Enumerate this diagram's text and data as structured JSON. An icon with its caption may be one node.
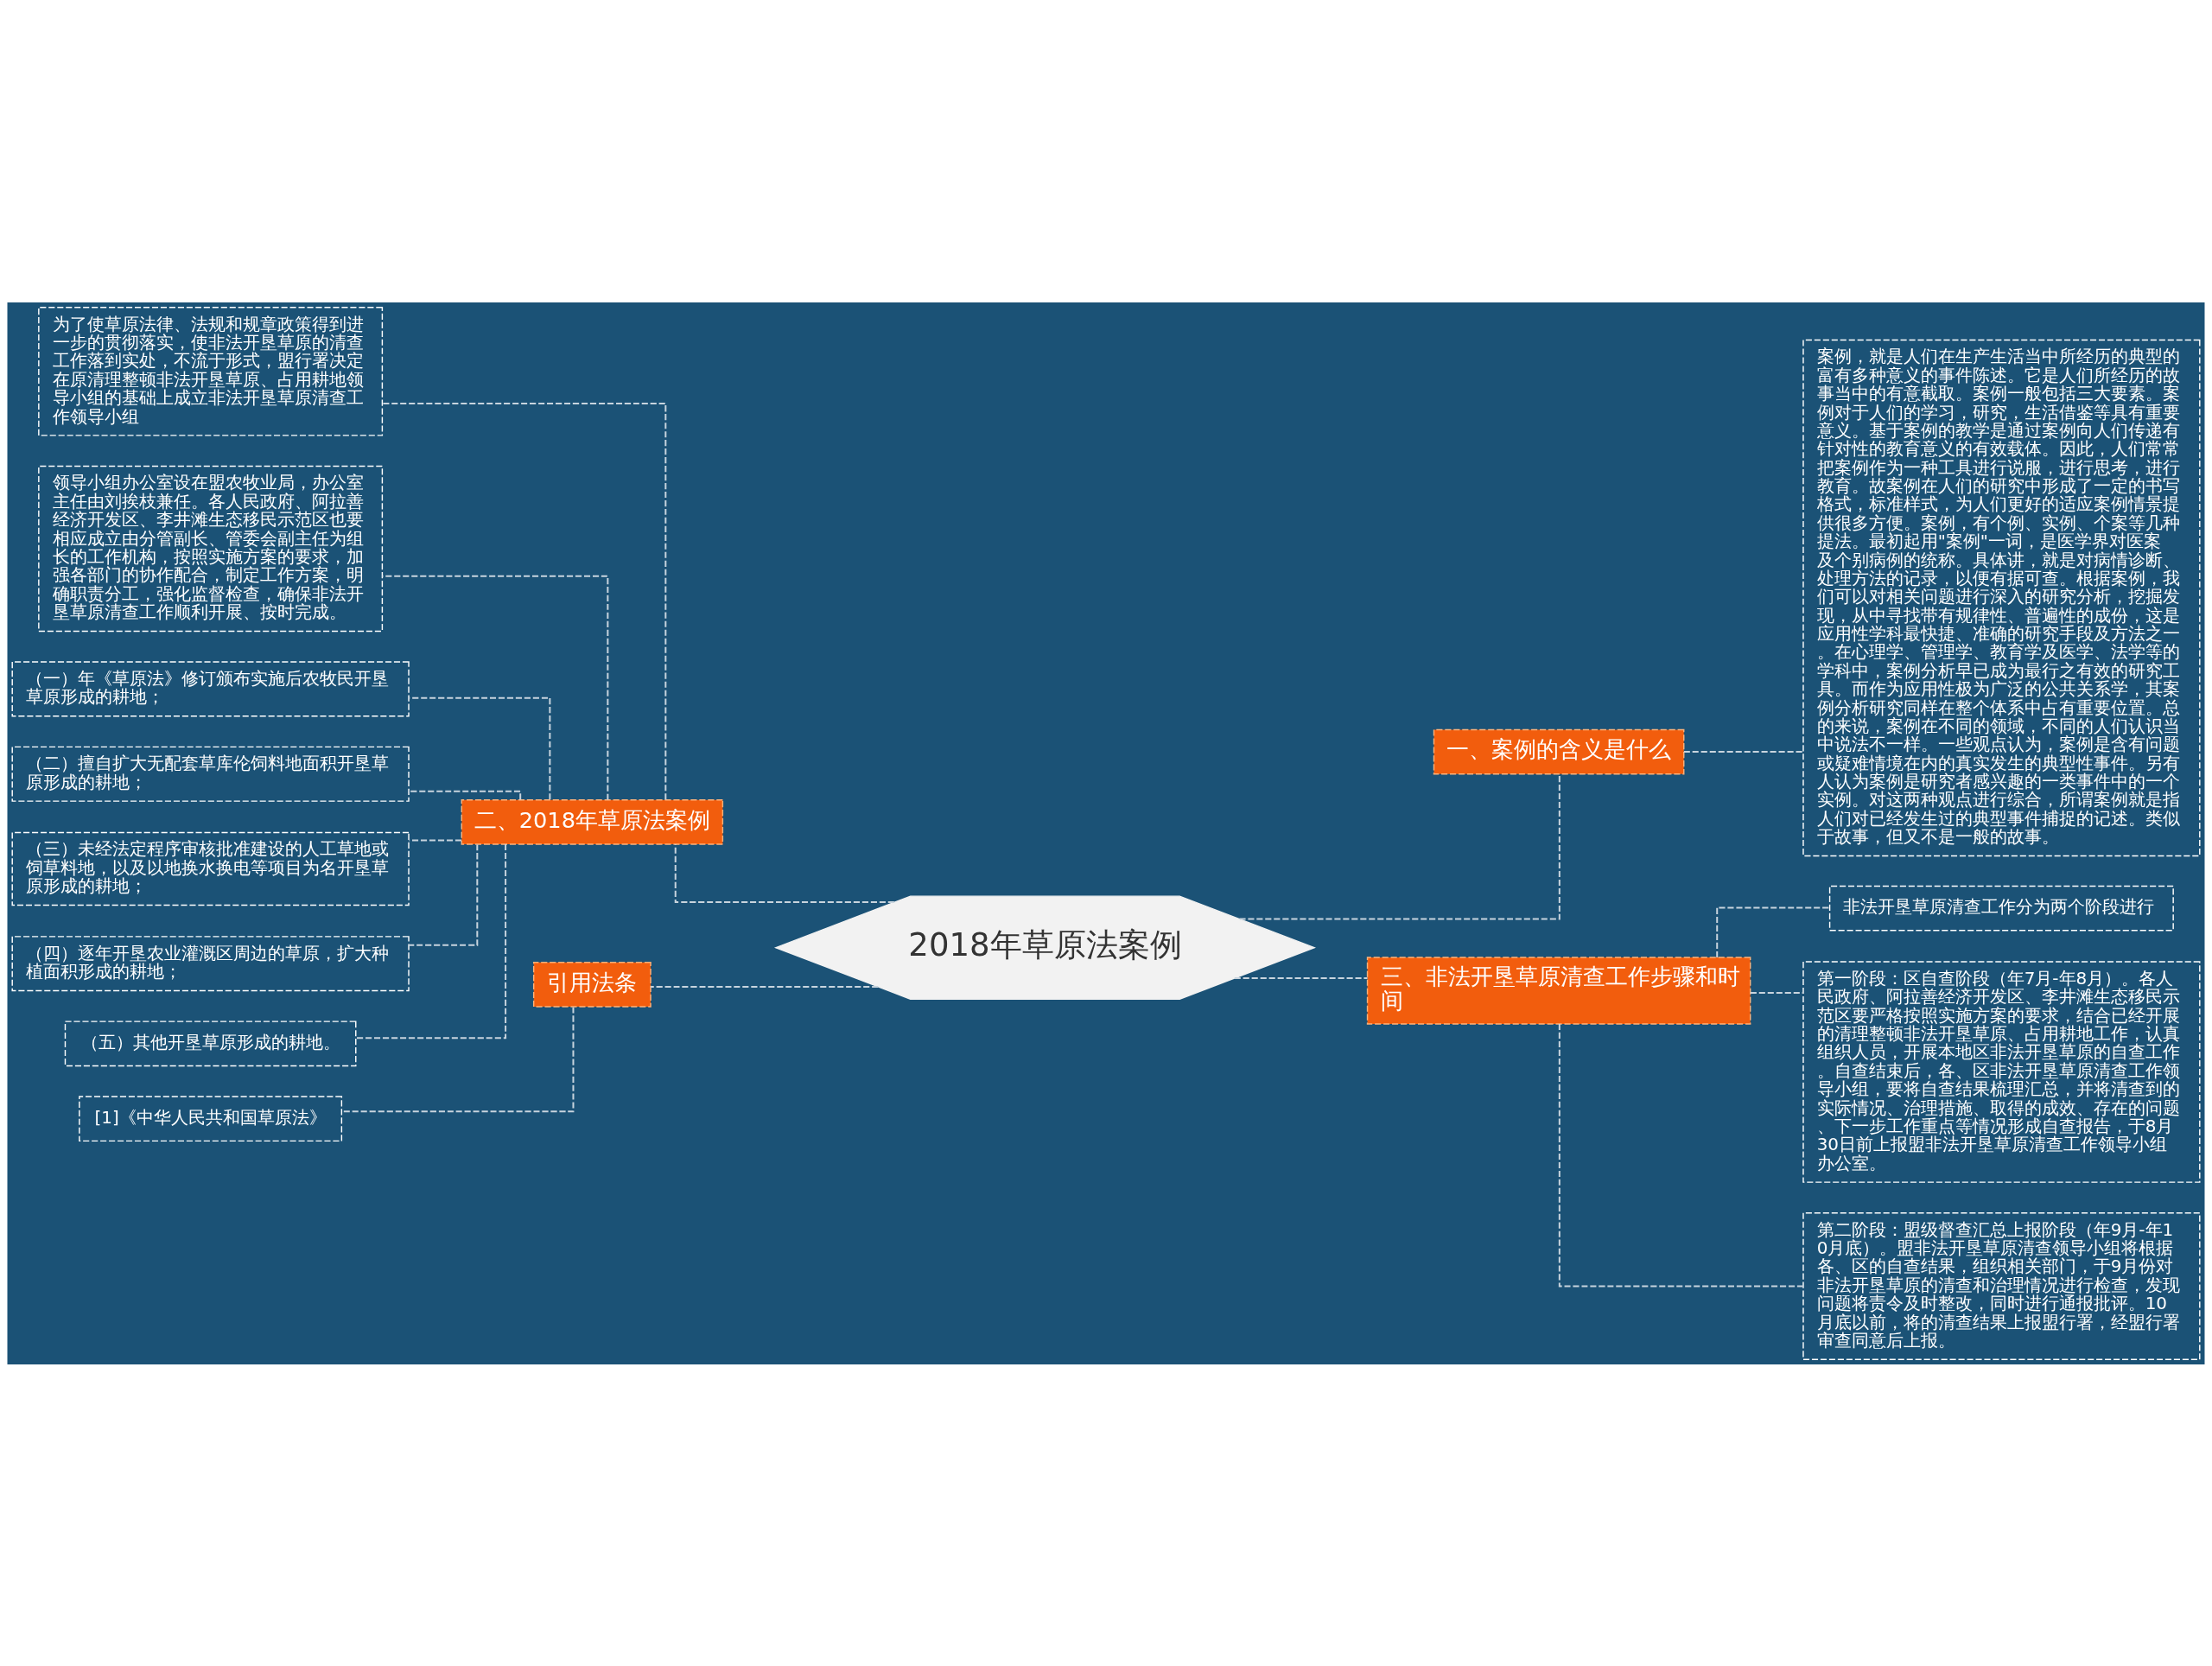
{
  "diagram": {
    "nodes": [
      {
        "text": [
          "2018年草原法案例"
        ]
      },
      {
        "text": [
          "一、案例的含义是什么"
        ]
      },
      {
        "text": [
          "案例，就是人们在生产生活当中所经历的典型的富有多种意义的事件陈述。它是人们所经历的故事当中的有意截取。案例一般包括三大要素。案例对于人们的学习，研究，生活借鉴等具有重要意义。基于案例的教学是通过案例向人们传递有针对性的教育意义的有效载体。因此，人们常常把案例作为一种工具进行说服，进行思考，进行教育。故案例在人们的研究中形成了一定的书写格式，标准样式，为人们更好的适应案例情景提供很多方便。案例，有个例、实例、个案等几种提法。最初起用\"案例\"一词，是医学界对医案及个别病例的统称。具体讲，就是对病情诊断、处理方法的记录，以便有据可查。根据案例，我们可以对相关问题进行深入的研究分析，挖掘发现，从中寻找带有规律性、普遍性的成份，这是应用性学科最快捷、准确的研究手段及方法之一。在心理学、管理学、教育学及医学、法学等的学科中，案例分析早已成为最行之有效的研究工具。而作为应用性极为广泛的公共关系学，其案例分析研究同样在整个体系中占有重要位置。总的来说，案例在不同的领域，不同的人们认识当中说法不一样。一些观点认为，案例是含有问题或疑难情境在内的真实发生的典型性事件。另有人认为案例是研究者感兴趣的一类事件中的一个实例。对这两种观点进行综合，所谓案例就是指人们对已经发生过的典型事件捕捉的记述。类似于故事，但又不是一般的故事。"
        ]
      },
      {
        "text": [
          "二、2018年草原法案例"
        ]
      },
      {
        "text": [
          "为了使草原法律、法规和规章政策得到进一步的贯彻落实，使非法开垦草原的清查工作落到实处，不流于形式，盟行署决定在原清理整顿非法开垦草原、占用耕地领导小组的基础上成立非法开垦草原清查工作领导小组"
        ]
      },
      {
        "text": [
          "领导小组办公室设在盟农牧业局，办公室主任由刘挨枝兼任。各人民政府、阿拉善经济开发区、李井滩生态移民示范区也要相应成立由分管副长、管委会副主任为组长的工作机构，按照实施方案的要求，加强各部门的协作配合，制定工作方案，明确职责分工，强化监督检查，确保非法开垦草原清查工作顺利开展、按时完成。"
        ]
      },
      {
        "text": [
          "（一）年《草原法》修订颁布实施后农牧民开垦草原形成的耕地；"
        ]
      },
      {
        "text": [
          "（二）擅自扩大无配套草库伦饲料地面积开垦草原形成的耕地；"
        ]
      },
      {
        "text": [
          "（三）未经法定程序审核批准建设的人工草地或饲草料地，以及以地换水换电等项目为名开垦草原形成的耕地；"
        ]
      },
      {
        "text": [
          "（四）逐年开垦农业灌溉区周边的草原，扩大种植面积形成的耕地；"
        ]
      },
      {
        "text": [
          "（五）其他开垦草原形成的耕地。"
        ]
      },
      {
        "text": [
          "引用法条"
        ]
      },
      {
        "text": [
          "[1]《中华人民共和国草原法》"
        ]
      },
      {
        "text": [
          "三、非法开垦草原清查工作步骤和时间"
        ]
      },
      {
        "text": [
          "非法开垦草原清查工作分为两个阶段进行"
        ]
      },
      {
        "text": [
          "第一阶段：区自查阶段（年7月-年8月）。各人民政府、阿拉善经济开发区、李井滩生态移民示范区要严格按照实施方案的要求，结合已经开展的清理整顿非法开垦草原、占用耕地工作，认真组织人员，开展本地区非法开垦草原的自查工作。自查结束后，各、区非法开垦草原清查工作领导小组，要将自查结果梳理汇总，并将清查到的实际情况、治理措施、取得的成效、存在的问题、下一步工作重点等情况形成自查报告，于8月30日前上报盟非法开垦草原清查工作领导小组办公室。"
        ]
      },
      {
        "text": [
          "第二阶段：盟级督查汇总上报阶段（年9月-年10月底）。盟非法开垦草原清查领导小组将根据各、区的自查结果，组织相关部门，于9月份对非法开垦草原的清查和治理情况进行检查，发现问题将责令及时整改，同时进行通报批评。10月底以前，将的清查结果上报盟行署，经盟行署审查同意后上报。"
        ]
      }
    ],
    "edges": [
      {
        "from": 0,
        "to": 1,
        "arrow": "none",
        "style": "dashed"
      },
      {
        "from": 1,
        "to": 2,
        "arrow": "none",
        "style": "dashed"
      },
      {
        "from": 0,
        "to": 3,
        "arrow": "none",
        "style": "dashed"
      },
      {
        "from": 3,
        "to": 4,
        "arrow": "none",
        "style": "dashed"
      },
      {
        "from": 3,
        "to": 5,
        "arrow": "none",
        "style": "dashed"
      },
      {
        "from": 3,
        "to": 6,
        "arrow": "none",
        "style": "dashed"
      },
      {
        "from": 3,
        "to": 7,
        "arrow": "none",
        "style": "dashed"
      },
      {
        "from": 3,
        "to": 8,
        "arrow": "none",
        "style": "dashed"
      },
      {
        "from": 3,
        "to": 9,
        "arrow": "none",
        "style": "dashed"
      },
      {
        "from": 3,
        "to": 10,
        "arrow": "none",
        "style": "dashed"
      },
      {
        "from": 0,
        "to": 11,
        "arrow": "none",
        "style": "dashed"
      },
      {
        "from": 11,
        "to": 12,
        "arrow": "none",
        "style": "dashed"
      },
      {
        "from": 0,
        "to": 13,
        "arrow": "none",
        "style": "dashed"
      },
      {
        "from": 13,
        "to": 14,
        "arrow": "none",
        "style": "dashed"
      },
      {
        "from": 13,
        "to": 15,
        "arrow": "none",
        "style": "dashed"
      },
      {
        "from": 13,
        "to": 16,
        "arrow": "none",
        "style": "dashed"
      }
    ]
  }
}
